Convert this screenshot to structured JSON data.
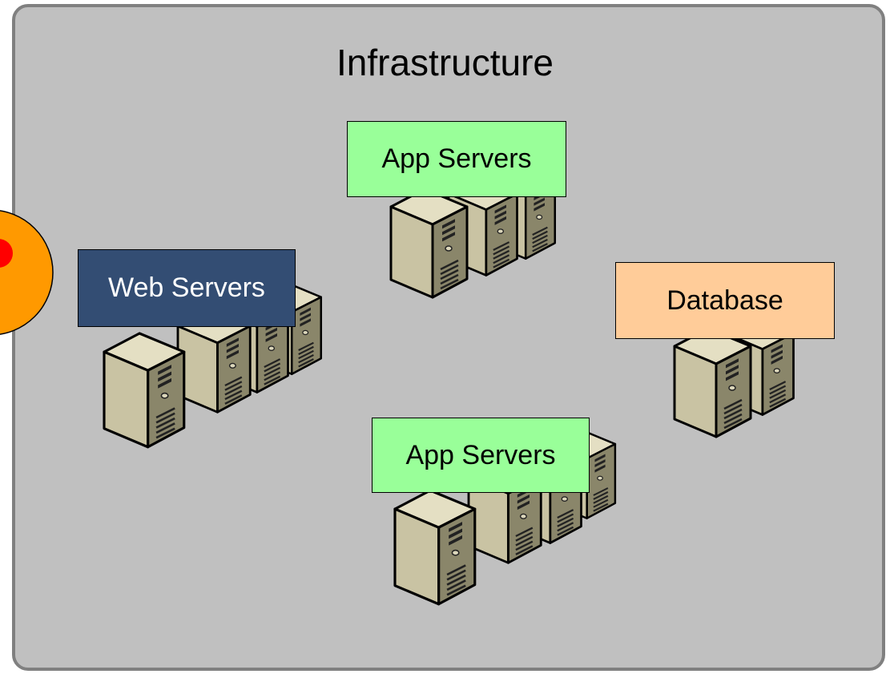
{
  "diagram": {
    "title": "Infrastructure",
    "groups": {
      "app_servers_top": {
        "label": "App Servers",
        "color": "#99ff99"
      },
      "web_servers": {
        "label": "Web Servers",
        "color": "#334d73"
      },
      "database": {
        "label": "Database",
        "color": "#ffcc99"
      },
      "app_servers_bottom": {
        "label": "App Servers",
        "color": "#99ff99"
      }
    },
    "colors": {
      "panel_bg": "#c0c0c0",
      "panel_border": "#808080",
      "server_body": "#c9c3a3",
      "server_front": "#7f7b5e",
      "client_circle": "#ff9900",
      "client_dot": "#ff0000"
    }
  }
}
